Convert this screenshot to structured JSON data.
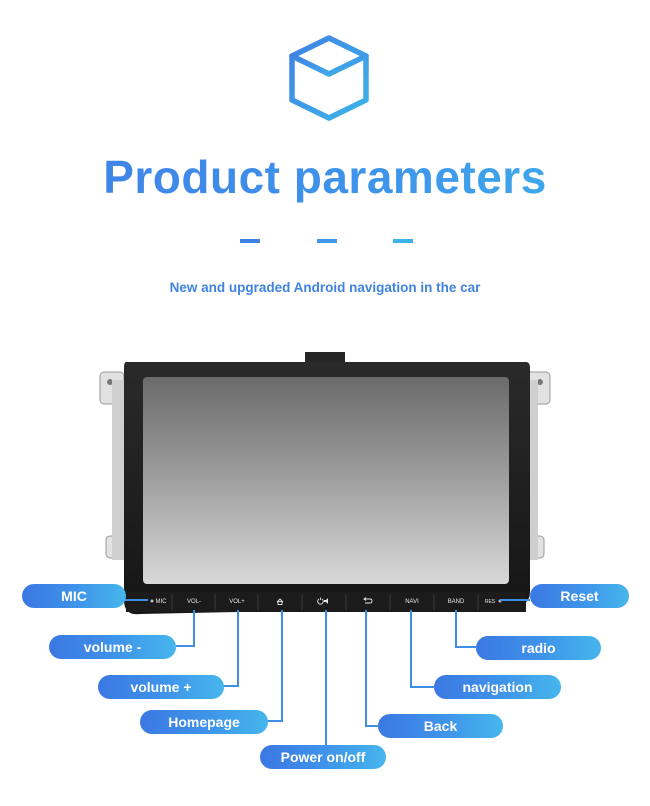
{
  "header": {
    "title": "Product parameters",
    "subtitle": "New and upgraded Android navigation in the car"
  },
  "device": {
    "buttons": [
      "MIC",
      "VOL-",
      "VOL+",
      "NAVI",
      "BAND",
      "RES"
    ]
  },
  "labels": {
    "mic": "MIC",
    "volume_down": "volume -",
    "volume_up": "volume +",
    "homepage": "Homepage",
    "power": "Power on/off",
    "reset": "Reset",
    "radio": "radio",
    "navigation": "navigation",
    "back": "Back"
  },
  "colors": {
    "accent_blue": "#3f83e0",
    "accent_cyan": "#3db3ea",
    "bezel": "#1e1e1e"
  },
  "icons": [
    "cube-icon",
    "home-icon",
    "power-mute-icon",
    "back-arrow-icon"
  ]
}
